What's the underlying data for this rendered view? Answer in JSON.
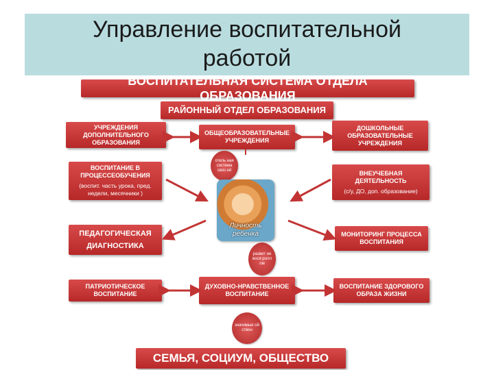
{
  "slide_title": "Управление воспитательной\nработой",
  "header": "ВОСПИТАТЕЛЬНАЯ СИСТЕМА ОТДЕЛА ОБРАЗОВАНИЯ",
  "district": "РАЙОННЫЙ ОТДЕЛ ОБРАЗОВАНИЯ",
  "top_left": "УЧРЕЖДЕНИЯ ДОПОЛНИТЕЛЬНОГО ОБРАЗОВАНИЯ",
  "top_center": "ОБЩЕОБРАЗОВАТЕЛЬНЫЕ УЧРЕЖДЕНИЯ",
  "top_right": "ДОШКОЛЬНЫЕ ОБРАЗОВАТЕЛЬНЫЕ УЧРЕЖДЕНИЯ",
  "learning": {
    "title": "ВОСПИТАНИЕ В ПРОЦЕССЕОБУЧЕНИЯ",
    "sub": "(воспит. часть урока, пред. недели, месячники )"
  },
  "extracurricular": {
    "title": "ВНЕУЧЕБНАЯ ДЕЯТЕЛЬНОСТЬ",
    "sub": "(с/у, ДО, доп. образование)"
  },
  "diagnostics": "ПЕДАГОГИЧЕСКАЯ ДИАГНОСТИКА",
  "monitoring": "МОНИТОРИНГ ПРОЦЕССА ВОСПИТАНИЯ",
  "patriotic": "ПАТРИОТИЧЕСКОЕ ВОСПИТАНИЕ",
  "moral": "ДУХОВНО-НРАВСТВЕННОЕ ВОСПИТАНИЕ",
  "healthy": "ВОСПИТАНИЕ ЗДОРОВОГО ОБРАЗА ЖИЗНИ",
  "footer": "СЕМЬЯ, СОЦИУМ, ОБЩЕСТВО",
  "child_label": "Личность\nребенка",
  "oval_top": "отель ная система связ ей",
  "oval_mid": "развит ие вося ролл ом",
  "oval_bottom": "значимые ой ствен"
}
